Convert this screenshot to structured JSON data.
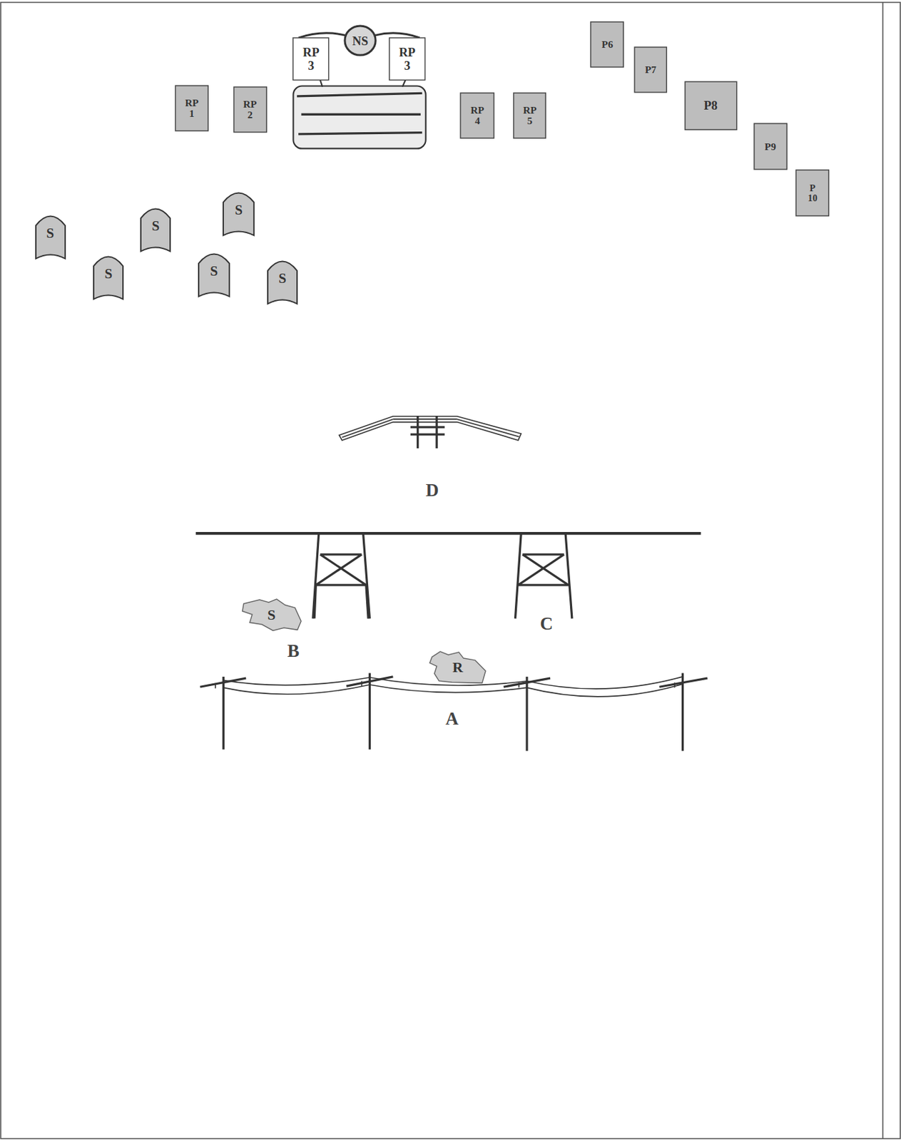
{
  "diagram": {
    "nodes": [
      {
        "text": [
          "NS"
        ]
      },
      {
        "text": [
          "RP 3"
        ]
      },
      {
        "text": [
          "RP 3"
        ]
      },
      {
        "text": [
          "RP 1"
        ]
      },
      {
        "text": [
          "RP 2"
        ]
      },
      {
        "text": [
          "RP 4"
        ]
      },
      {
        "text": [
          "RP 5"
        ]
      },
      {
        "text": [
          "P6"
        ]
      },
      {
        "text": [
          "P7"
        ]
      },
      {
        "text": [
          "P8"
        ]
      },
      {
        "text": [
          "P9"
        ]
      },
      {
        "text": [
          "P 10"
        ]
      },
      {
        "text": [
          "S"
        ]
      },
      {
        "text": [
          "S"
        ]
      },
      {
        "text": [
          "S"
        ]
      },
      {
        "text": [
          "S"
        ]
      },
      {
        "text": [
          "S"
        ]
      },
      {
        "text": [
          "S"
        ]
      },
      {
        "text": [
          "S"
        ]
      },
      {
        "text": [
          "R"
        ]
      }
    ],
    "edges": [
      {
        "from": 0,
        "to": 1,
        "arrow": "none"
      },
      {
        "from": 0,
        "to": 2,
        "arrow": "none"
      }
    ],
    "labels": [
      "D",
      "C",
      "B",
      "A"
    ]
  }
}
